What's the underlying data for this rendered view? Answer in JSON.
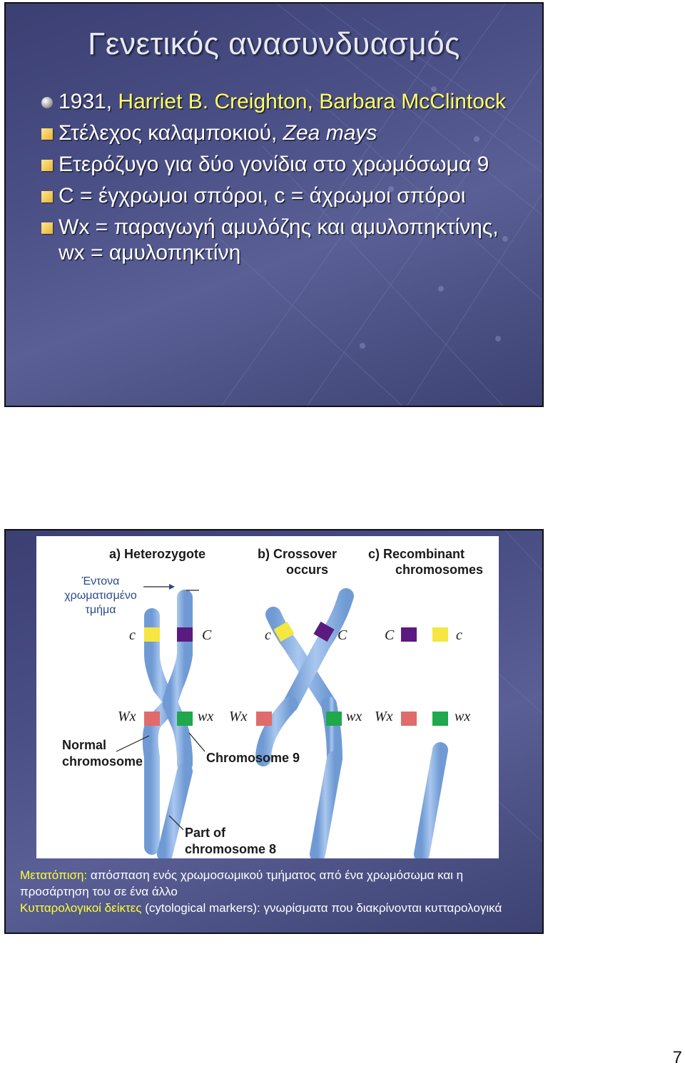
{
  "slide1": {
    "title": "Γενετικός ανασυνδυασμός",
    "bullets": [
      {
        "marker": "sphere",
        "prefix": "1931, ",
        "highlight": "Harriet B. Creighton, Barbara McClintock",
        "text": ""
      },
      {
        "marker": "square",
        "prefix": "",
        "highlight": "",
        "text": "Στέλεχος καλαμποκιού, ",
        "italic": "Zea mays"
      },
      {
        "marker": "square",
        "prefix": "",
        "highlight": "",
        "text": "Ετερόζυγο για δύο γονίδια στο χρωμόσωμα 9"
      },
      {
        "marker": "square",
        "prefix": "",
        "highlight": "",
        "text": "C = έγχρωμοι σπόροι, c = άχρωμοι σπόροι"
      },
      {
        "marker": "square",
        "prefix": "",
        "highlight": "",
        "text": "Wx = παραγωγή αμυλόζης και αμυλοπηκτίνης, wx = αμυλοπηκτίνη"
      }
    ]
  },
  "slide2": {
    "figure": {
      "panel_a": "a) Heterozygote",
      "panel_b_line1": "b) Crossover",
      "panel_b_line2": "occurs",
      "panel_c_line1": "c) Recombinant",
      "panel_c_line2": "chromosomes",
      "stained_label_line1": "Έντονα",
      "stained_label_line2": "χρωματισμένο",
      "stained_label_line3": "τμήμα",
      "normal_line1": "Normal",
      "normal_line2": "chromosome",
      "chrom9": "Chromosome 9",
      "part_line1": "Part of",
      "part_line2": "chromosome 8",
      "allele_c_small": "c",
      "allele_C_big": "C",
      "allele_Wx": "Wx",
      "allele_wx": "wx"
    },
    "caption": {
      "term1": "Μετατόπιση:",
      "def1": " απόσπαση ενός χρωμοσωμικού τμήματος από ένα χρωμόσωμα και η προσάρτηση του σε ένα άλλο",
      "term2": "Κυτταρολογικοί δείκτες",
      "def2": " (cytological markers): γνωρίσματα που διακρίνονται κυτταρολογικά"
    }
  },
  "colors": {
    "chromosome": "#8fb4e3",
    "chromosome_edge": "#6d95cc",
    "band_yellow": "#f5e642",
    "band_purple": "#5b1a80",
    "band_red": "#e06b6b",
    "band_green": "#1fa84c",
    "highlight": "#ffff66"
  },
  "page_number": "7"
}
